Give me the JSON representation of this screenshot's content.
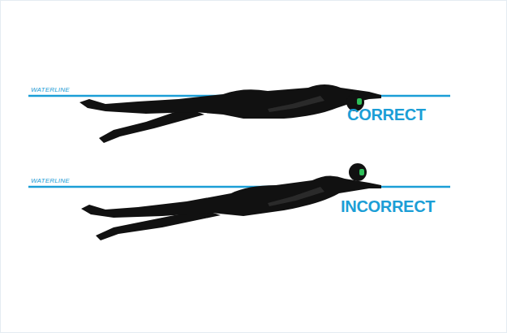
{
  "diagram": {
    "labels": [
      "WATERLINE",
      "CORRECT",
      "WATERLINE",
      "INCORRECT"
    ]
  }
}
